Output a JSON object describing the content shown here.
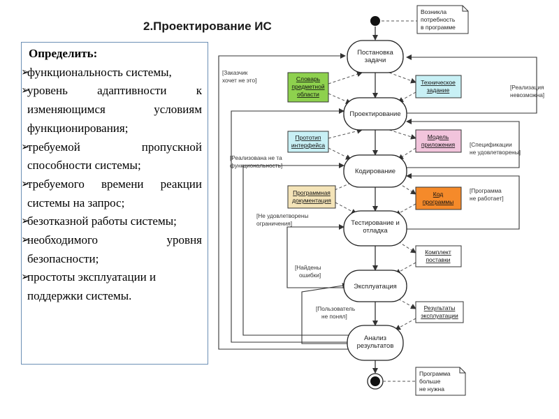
{
  "title": "2.Проектирование ИС",
  "requirements": {
    "heading": "Определить:",
    "items": [
      "функциональность системы,",
      "уровень адаптивности к изменяющимся условиям функционирования;",
      "требуемой пропускной способности системы;",
      "требуемого времени реакции системы на запрос;",
      "безотказной работы системы;",
      "необходимого уровня безопасности;",
      "простоты эксплуатации и поддержки системы."
    ]
  },
  "diagram": {
    "states": [
      "Постановка задачи",
      "Проектирование",
      "Кодирование",
      "Тестирование и отладка",
      "Эксплуатация",
      "Анализ результатов"
    ],
    "notes": {
      "start": [
        "Возникла",
        "потребность",
        "в программе"
      ],
      "end": [
        "Программа",
        "больше",
        "не нужна"
      ]
    },
    "artifacts": [
      {
        "lines": [
          "Словарь",
          "предметной",
          "области"
        ],
        "color": "#8ed14e"
      },
      {
        "lines": [
          "Техническое",
          "задание"
        ],
        "color": "#c8f0f5"
      },
      {
        "lines": [
          "Прототип",
          "интерфейса"
        ],
        "color": "#c8f0f5"
      },
      {
        "lines": [
          "Модель",
          "приложения"
        ],
        "color": "#f2c4dc"
      },
      {
        "lines": [
          "Программная",
          "документация"
        ],
        "color": "#f4e4b8"
      },
      {
        "lines": [
          "Код",
          "программы"
        ],
        "color": "#f58a2a"
      },
      {
        "lines": [
          "Комплект",
          "поставки"
        ],
        "color": "#ffffff"
      },
      {
        "lines": [
          "Результаты",
          "эксплуатации"
        ],
        "color": "#ffffff"
      }
    ],
    "guards": [
      [
        "[Заказчик",
        "хочет не это]"
      ],
      [
        "[Реализация",
        "невозможна]"
      ],
      [
        "[Спецификации",
        "не удовлетворены]"
      ],
      [
        "[Реализована не та",
        "функциональность]"
      ],
      [
        "[Программа",
        "не работает]"
      ],
      [
        "[Не удовлетворены",
        "ограничения]"
      ],
      [
        "[Найдены",
        "ошибки]"
      ],
      [
        "[Пользователь",
        "не понял]"
      ]
    ]
  }
}
